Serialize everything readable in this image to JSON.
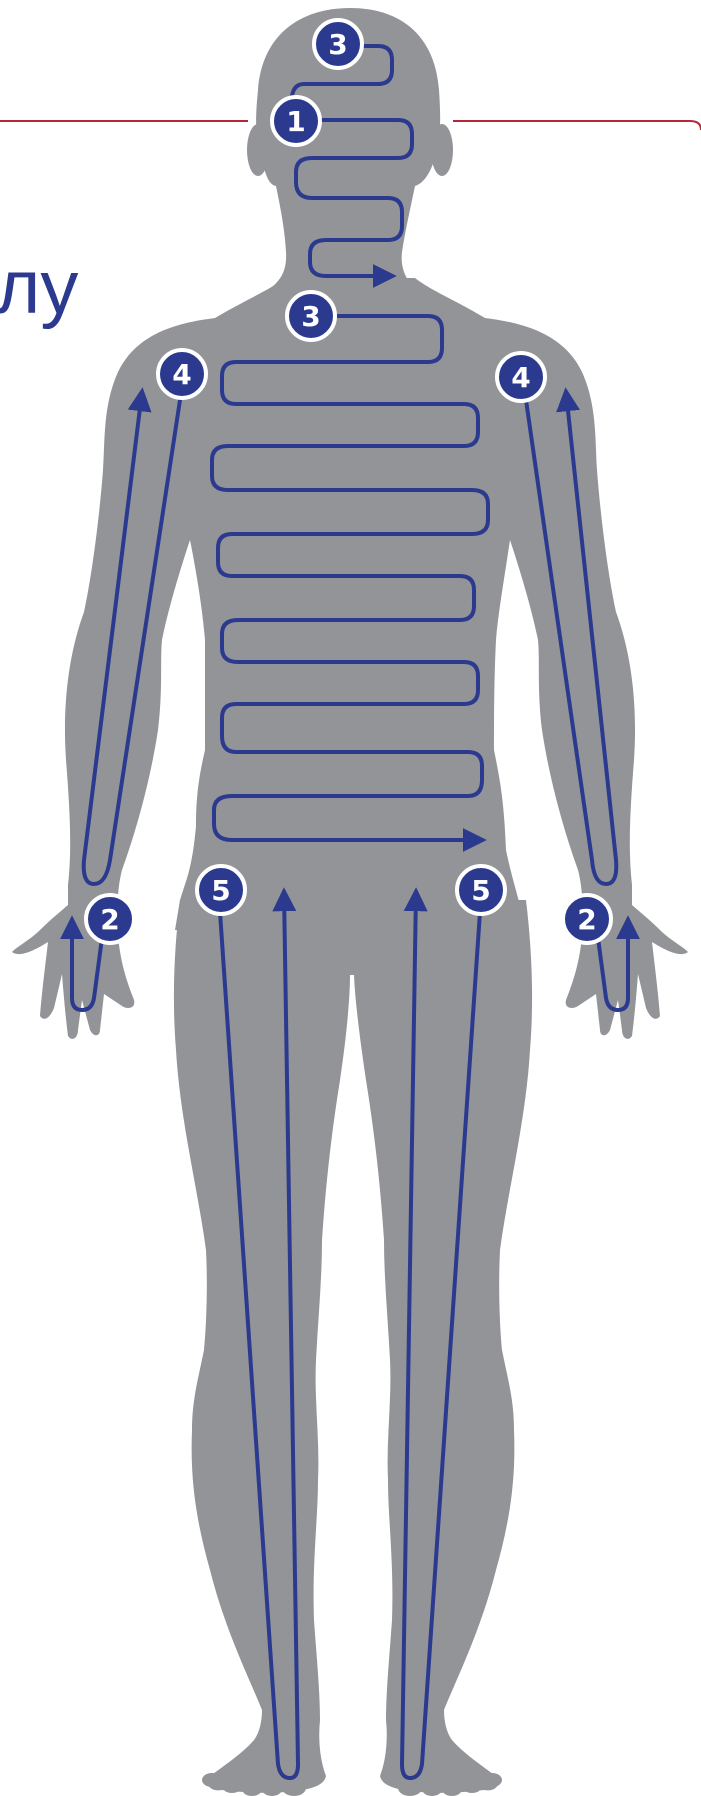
{
  "partial_word": "лу",
  "markers": {
    "head_top": "3",
    "head_mid": "1",
    "neck": "3",
    "shoulder_left": "4",
    "shoulder_right": "4",
    "hand_left": "2",
    "hand_right": "2",
    "thigh_left": "5",
    "thigh_right": "5"
  },
  "colors": {
    "body": "#939498",
    "path": "#2b3a8f",
    "marker_fill": "#2b3a8f",
    "marker_ring": "#ffffff",
    "divider": "#b5283a",
    "text": "#2b3a8f"
  },
  "icons": [
    "human-silhouette-icon",
    "arrow-head-icon",
    "numbered-marker-icon"
  ]
}
